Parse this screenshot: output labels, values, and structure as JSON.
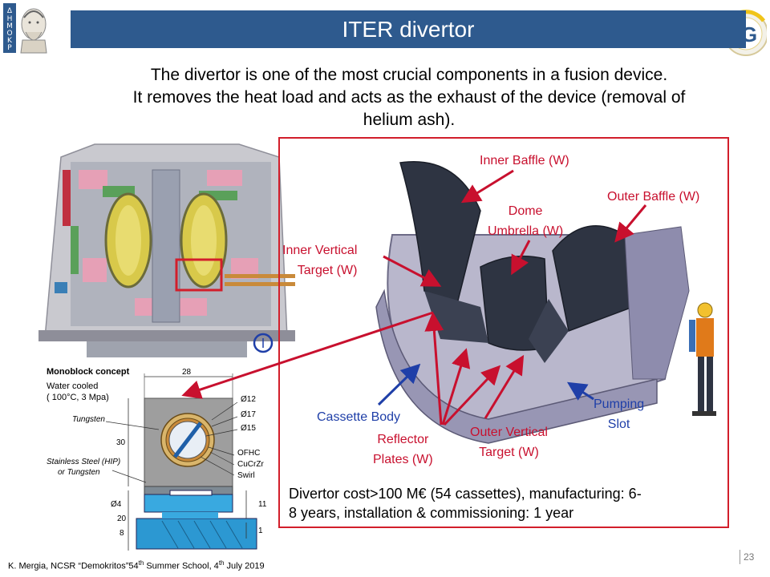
{
  "slide": {
    "title": "ITER divertor",
    "intro_line1": "The divertor is one of the most crucial components in a fusion device.",
    "intro_line2": "It removes the heat load and acts as the exhaust of the device (removal of",
    "intro_line3": "helium ash).",
    "left_logo_text": "ΔΗΜΟΚΡΙΤΟΣ",
    "right_logo_text": "G"
  },
  "monoblock": {
    "title": "Monoblock concept",
    "water_line1": "Water cooled",
    "water_line2": "( 100°C, 3 Mpa)",
    "dim_width": "28",
    "dim_height": "30",
    "dim_d12": "Ø12",
    "dim_d17": "Ø17",
    "dim_d15": "Ø15",
    "tungsten": "Tungsten",
    "steel_line1": "Stainless Steel (HIP)",
    "steel_line2": "or Tungsten",
    "ofhc": "OFHC",
    "cucrzr": "CuCrZr",
    "swirl": "Swirl",
    "dim_d4": "Ø4",
    "dim_11": "11",
    "dim_20": "20",
    "dim_8": "8",
    "dim_1": "1"
  },
  "divertor": {
    "inner_baffle": "Inner Baffle (W)",
    "outer_baffle": "Outer Baffle (W)",
    "dome_line1": "Dome",
    "dome_line2": "Umbrella (W)",
    "ivt_line1": "Inner Vertical",
    "ivt_line2": "Target (W)",
    "cassette_body": "Cassette Body",
    "reflector_line1": "Reflector",
    "reflector_line2": "Plates (W)",
    "ovt_line1": "Outer Vertical",
    "ovt_line2": "Target (W)",
    "pumping_line1": "Pumping",
    "pumping_line2": "Slot",
    "cost_line1": "Divertor cost>100 M€ (54 cassettes), manufacturing: 6-",
    "cost_line2": "8 years, installation & commissioning:  1 year"
  },
  "footer": {
    "part1": "K. Mergia, NCSR “Demokritos”54",
    "sup1": "th",
    "part2": " Summer School, 4",
    "sup2": "th",
    "part3": " July 2019",
    "page_number": "23"
  },
  "colors": {
    "title_bar": "#2e5a8e",
    "red_label": "#c8102e",
    "blue_label": "#1f3fa8",
    "frame_red": "#d21e2b"
  }
}
